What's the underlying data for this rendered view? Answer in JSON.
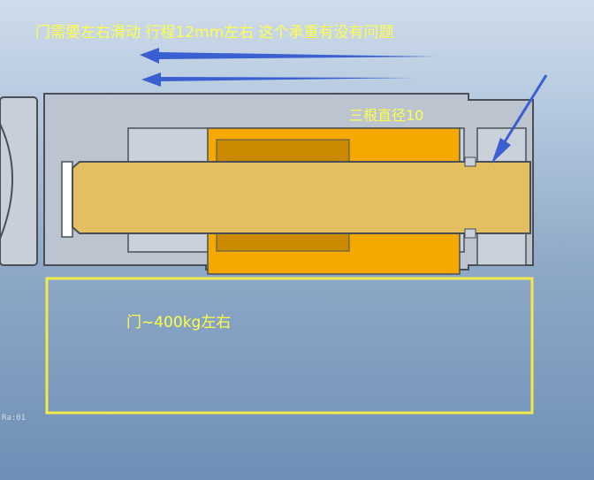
{
  "annotations": {
    "top_note": "门需要左右滑动  行程12mm左右   这个承重有没有问题",
    "pin_note": "三根直径10",
    "door_note": "门~400kg左右"
  },
  "watermark": "Ra:01",
  "colors": {
    "background_top": "#cfdceb",
    "background_bottom": "#6d8fb6",
    "housing": "#bcc5cf",
    "housing_outline": "#4a4f57",
    "bushing": "#f5a800",
    "pin": "#e3bf62",
    "arrow": "#3a5fd0",
    "door_outline": "#f2e94a",
    "annotation_text": "#ffff4a"
  },
  "icons": [
    "left-arrow-icon",
    "callout-arrow-icon"
  ]
}
